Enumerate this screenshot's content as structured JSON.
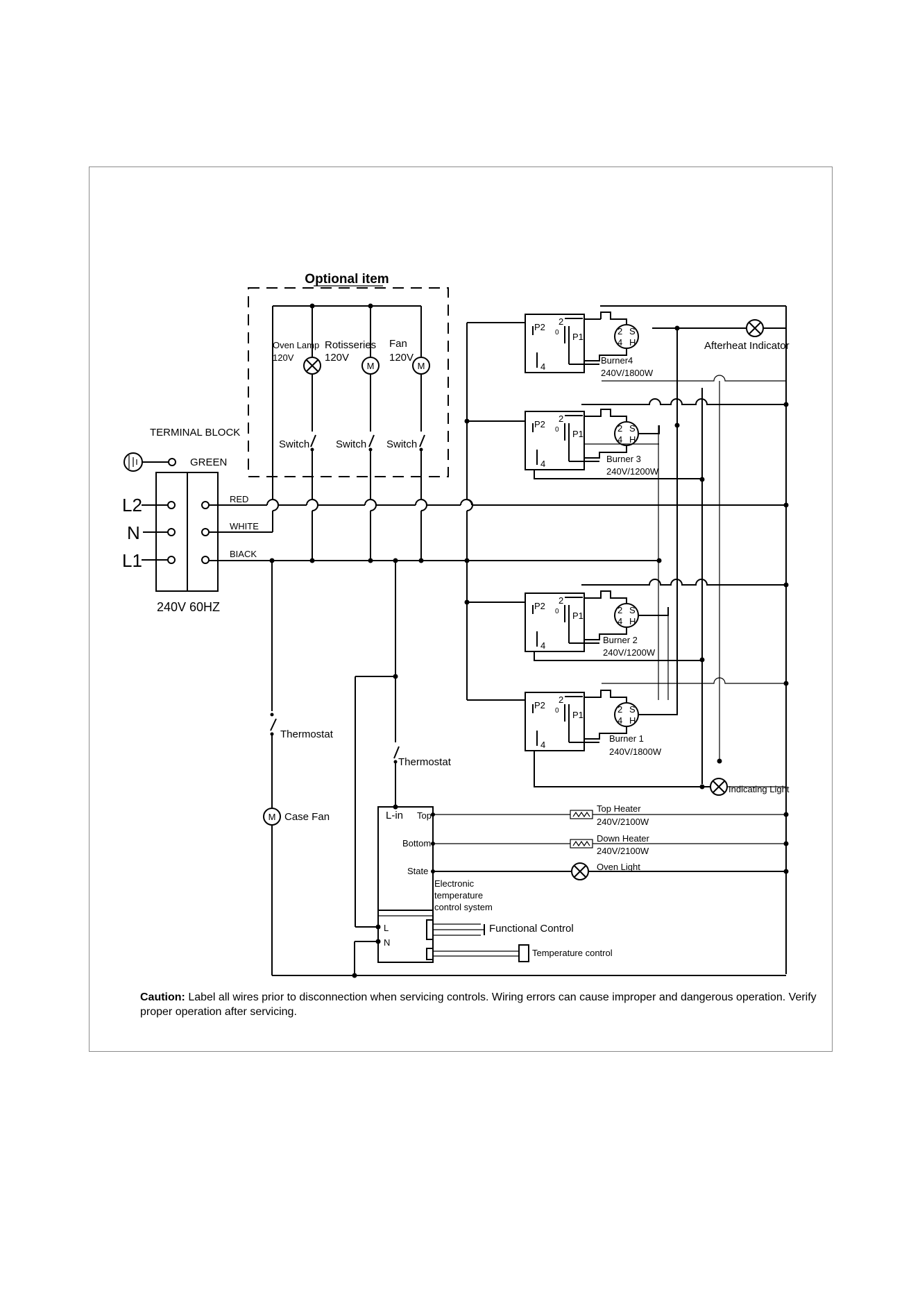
{
  "optional_title": "Optional item",
  "optional": {
    "oven_lamp": "Oven Lamp",
    "oven_lamp_v": "120V",
    "rotisseries": "Rotisseries",
    "rotisseries_v": "120V",
    "fan": "Fan",
    "fan_v": "120V",
    "switch": "Switch"
  },
  "terminal": {
    "title": "TERMINAL BLOCK",
    "green": "GREEN",
    "l2": "L2",
    "n": "N",
    "l1": "L1",
    "rating": "240V 60HZ",
    "red": "RED",
    "white": "WHITE",
    "black": "BIACK"
  },
  "motor_symbol": "M",
  "burner_parts": {
    "p1": "P1",
    "p2": "P2",
    "two": "2",
    "zero": "0",
    "four": "4",
    "s": "S",
    "h": "H"
  },
  "burners": [
    {
      "name": "Burner4",
      "rating": "240V/1800W"
    },
    {
      "name": "Burner 3",
      "rating": "240V/1200W"
    },
    {
      "name": "Burner 2",
      "rating": "240V/1200W"
    },
    {
      "name": "Burner 1",
      "rating": "240V/1800W"
    }
  ],
  "afterheat": "Afterheat Indicator",
  "indicating_light": "Indicating Light",
  "thermostat": "Thermostat",
  "case_fan": "Case Fan",
  "controller": {
    "l_in": "L-in",
    "top": "Top",
    "bottom": "Bottom",
    "state": "State",
    "l": "L",
    "n": "N",
    "label_1": "Electronic",
    "label_2": "temperature",
    "label_3": "control system"
  },
  "loads": {
    "top_heater": "Top Heater",
    "top_heater_rating": "240V/2100W",
    "down_heater": "Down Heater",
    "down_heater_rating": "240V/2100W",
    "oven_light": "Oven Light"
  },
  "functional_control": "Functional Control",
  "temperature_control": "Temperature control",
  "caution": {
    "label": "Caution:",
    "text": " Label all wires prior to disconnection when servicing controls. Wiring errors can cause improper and dangerous operation. Verify proper operation after servicing."
  }
}
